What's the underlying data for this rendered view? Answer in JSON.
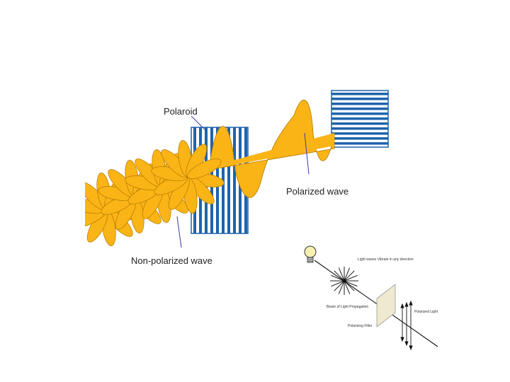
{
  "main_figure": {
    "labels": {
      "polaroid": "Polaroid",
      "polarized_wave": "Polarized wave",
      "non_polarized_wave": "Non-polarized wave"
    },
    "colors": {
      "wave_fill": "#fbb416",
      "wave_edge": "#b07a00",
      "grid_blue": "#1e63ad",
      "pointer": "#3a3aa8"
    }
  },
  "filter_figure": {
    "labels": {
      "light_waves_vibrate": "Light waves Vibrate in any direction",
      "beam_propagation": "Beam of Light Propagation",
      "polarized_light": "Polarized Light",
      "polarizing_filter": "Polarizing Filter"
    },
    "icons": [
      "light-bulb-icon"
    ],
    "colors": {
      "filter_fill": "#efe9cf",
      "bulb_fill": "#f7f0b0"
    }
  }
}
